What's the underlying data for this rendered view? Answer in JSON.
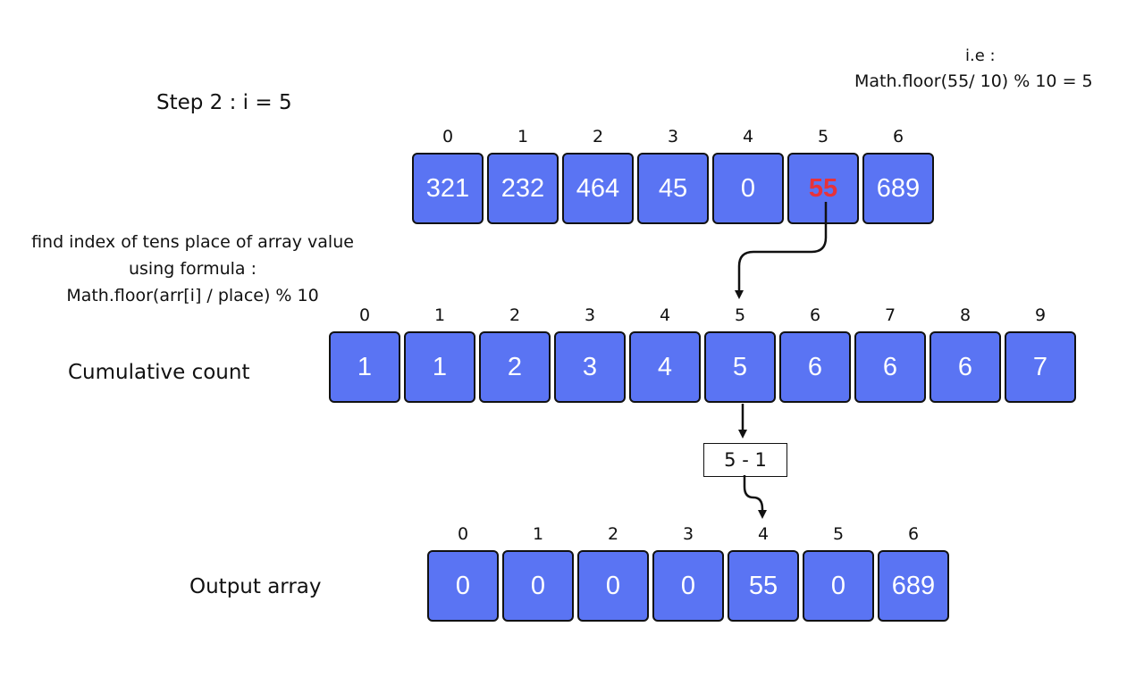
{
  "step_label": "Step 2 : i = 5",
  "explanation": {
    "line1": "i.e :",
    "line2": "Math.floor(55/ 10) % 10 = 5"
  },
  "formula": {
    "line1": "find index of tens place of array value",
    "line2": "using formula :",
    "line3": "Math.floor(arr[i] / place) % 10"
  },
  "input_array": {
    "indices": [
      "0",
      "1",
      "2",
      "3",
      "4",
      "5",
      "6"
    ],
    "values": [
      "321",
      "232",
      "464",
      "45",
      "0",
      "55",
      "689"
    ],
    "highlight_index": 5,
    "highlight_color": "#e8323a"
  },
  "count_array": {
    "label": "Cumulative count",
    "indices": [
      "0",
      "1",
      "2",
      "3",
      "4",
      "5",
      "6",
      "7",
      "8",
      "9"
    ],
    "values": [
      "1",
      "1",
      "2",
      "3",
      "4",
      "5",
      "6",
      "6",
      "6",
      "7"
    ]
  },
  "calculation": "5 - 1",
  "output_array": {
    "label": "Output array",
    "indices": [
      "0",
      "1",
      "2",
      "3",
      "4",
      "5",
      "6"
    ],
    "values": [
      "0",
      "0",
      "0",
      "0",
      "55",
      "0",
      "689"
    ]
  },
  "colors": {
    "cell_fill": "#5a74f3",
    "cell_border": "#111111",
    "cell_text": "#ffffff"
  }
}
